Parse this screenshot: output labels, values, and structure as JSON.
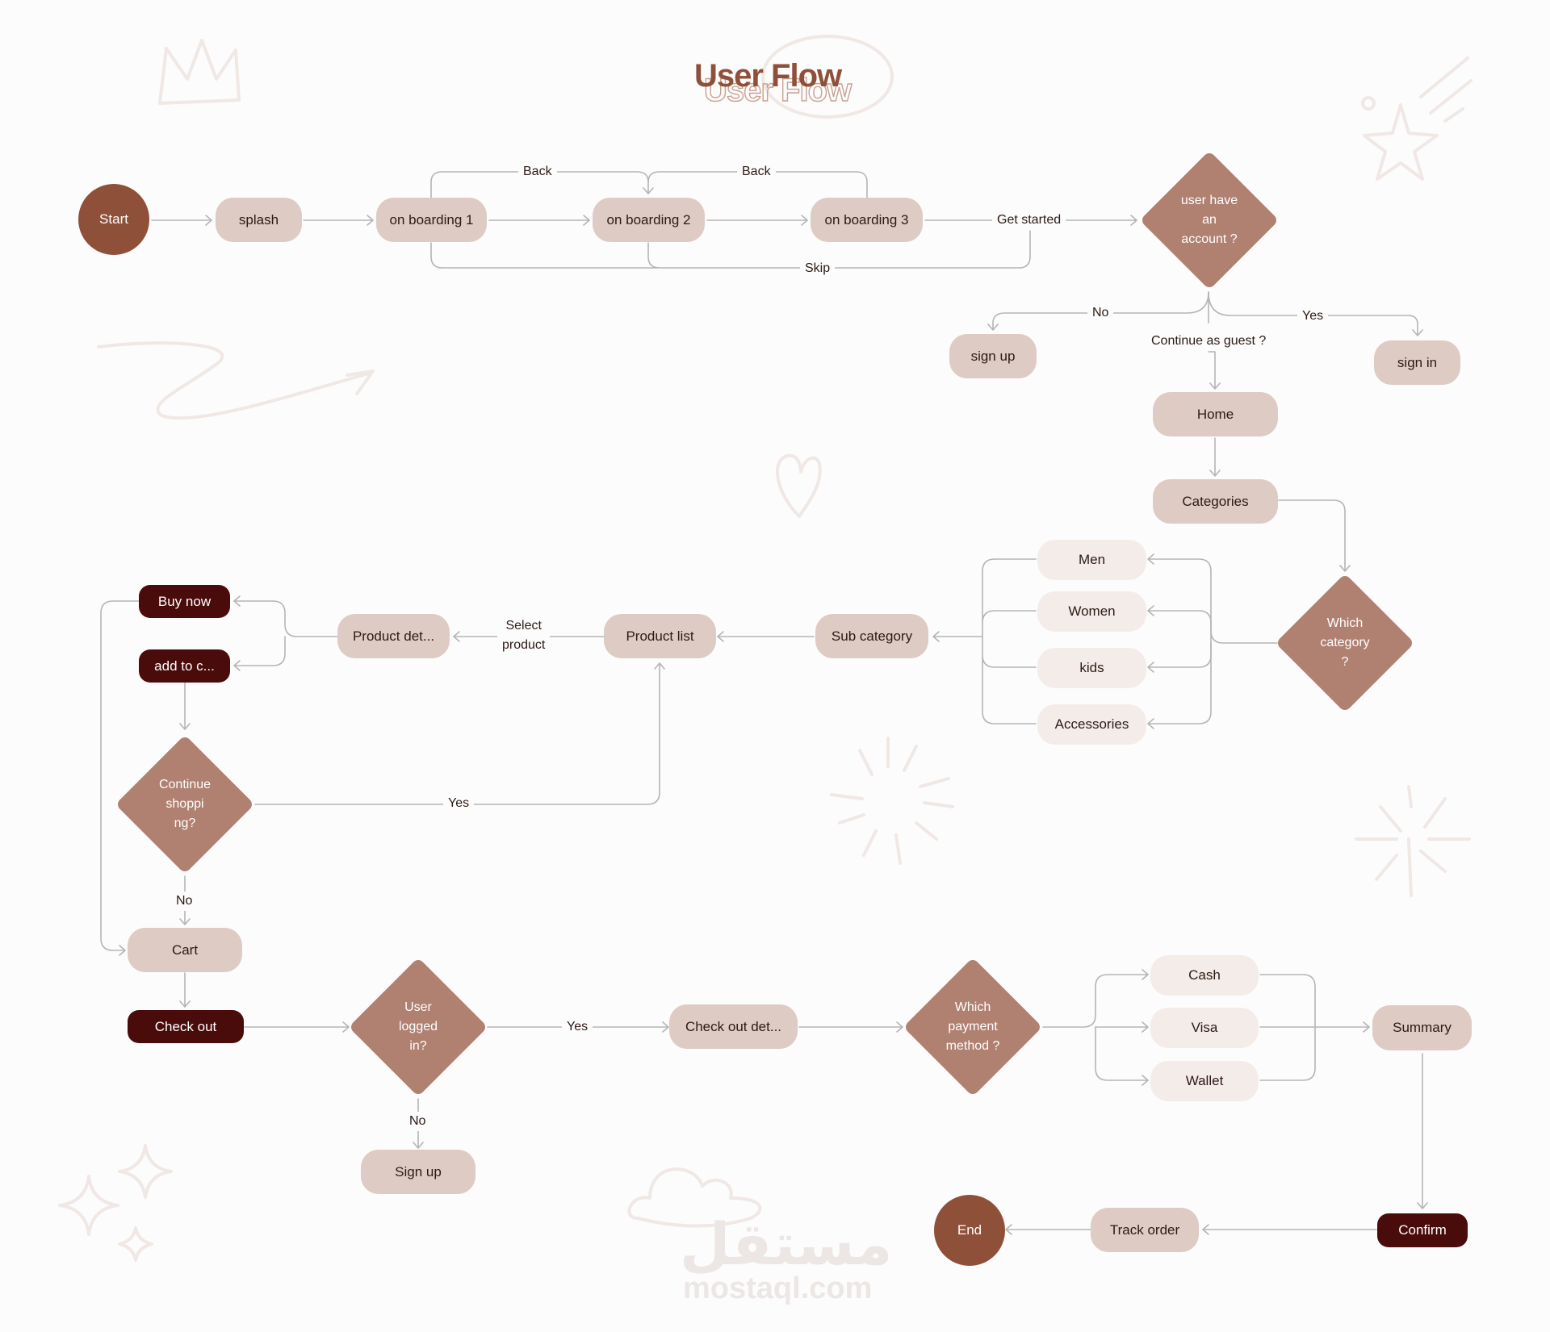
{
  "title": "User Flow",
  "watermark": {
    "arabic": "مستقل",
    "latin": "mostaql.com"
  },
  "nodes": {
    "start": "Start",
    "splash": "splash",
    "onboarding1": "on boarding 1",
    "onboarding2": "on boarding 2",
    "onboarding3": "on boarding 3",
    "has_account": "user have\nan\naccount ?",
    "sign_up": "sign up",
    "sign_in": "sign in",
    "home": "Home",
    "categories": "Categories",
    "which_category": "Which\ncategory\n?",
    "men": "Men",
    "women": "Women",
    "kids": "kids",
    "accessories": "Accessories",
    "sub_category": "Sub category",
    "product_list": "Product list",
    "product_details": "Product det...",
    "buy_now": "Buy now",
    "add_to_cart": "add to c...",
    "continue_shopping": "Continue\nshoppi\nng?",
    "cart": "Cart",
    "check_out": "Check out",
    "user_logged_in": "User\nlogged\nin?",
    "sign_up_2": "Sign up",
    "check_out_details": "Check out det...",
    "payment_method": "Which\npayment\nmethod ?",
    "cash": "Cash",
    "visa": "Visa",
    "wallet": "Wallet",
    "summary": "Summary",
    "confirm": "Confirm",
    "track_order": "Track order",
    "end": "End"
  },
  "edge_labels": {
    "back_1": "Back",
    "back_2": "Back",
    "get_started": "Get started",
    "skip": "Skip",
    "no_account": "No",
    "yes_account": "Yes",
    "continue_guest": "Continue as guest ?",
    "select_product": "Select\nproduct",
    "yes_continue": "Yes",
    "no_continue": "No",
    "yes_logged": "Yes",
    "no_logged": "No"
  },
  "colors": {
    "background": "#fcfcfc",
    "pill": "#ddcbc4",
    "pill_light": "#f4ece9",
    "dark_pill": "#4a0b0b",
    "circle": "#8f5039",
    "diamond": "#b08071",
    "line": "#b5b5b5",
    "title": "#8f5039"
  }
}
